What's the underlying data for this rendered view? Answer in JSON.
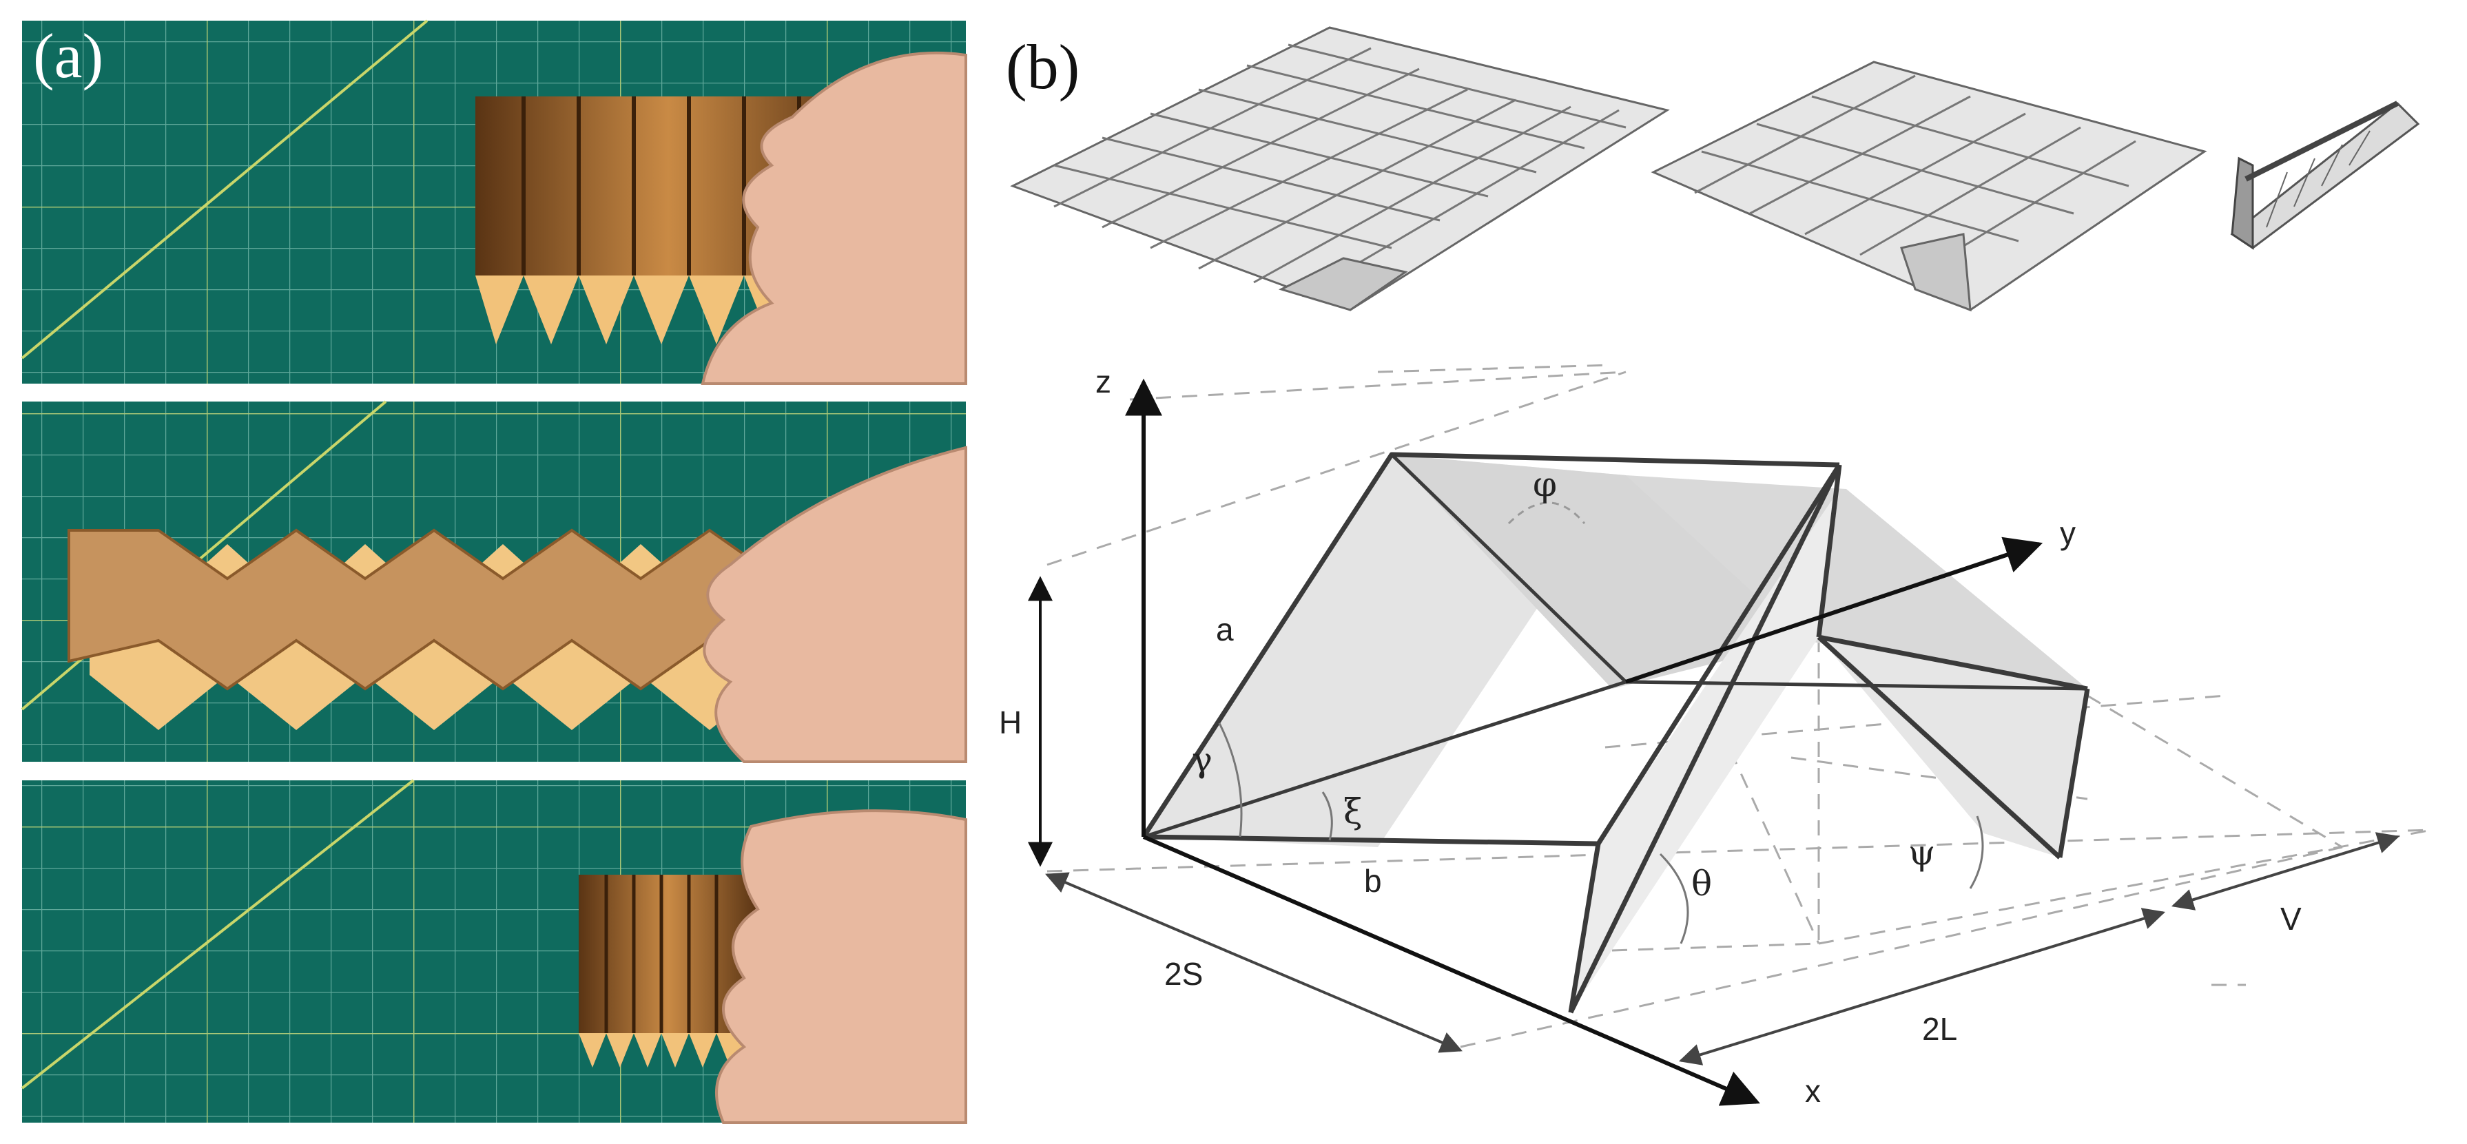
{
  "panels": {
    "a": {
      "label": "(a)"
    },
    "b": {
      "label": "(b)"
    }
  },
  "diagram": {
    "axes": {
      "x": "x",
      "y": "y",
      "z": "z"
    },
    "dimensions": {
      "H": "H",
      "a": "a",
      "b": "b",
      "two_S": "2S",
      "two_L": "2L",
      "V": "V"
    },
    "angles": {
      "phi": "φ",
      "gamma": "γ",
      "xi": "ξ",
      "theta": "θ",
      "psi": "ψ"
    }
  },
  "colors": {
    "mat_green": "#0f6b5e",
    "grid_line": "#5fa89a",
    "paper_dark": "#8a5a2b",
    "paper_light": "#e9b97a",
    "skin": "#e8b9a0",
    "face_gray": "#e2e2e2"
  }
}
